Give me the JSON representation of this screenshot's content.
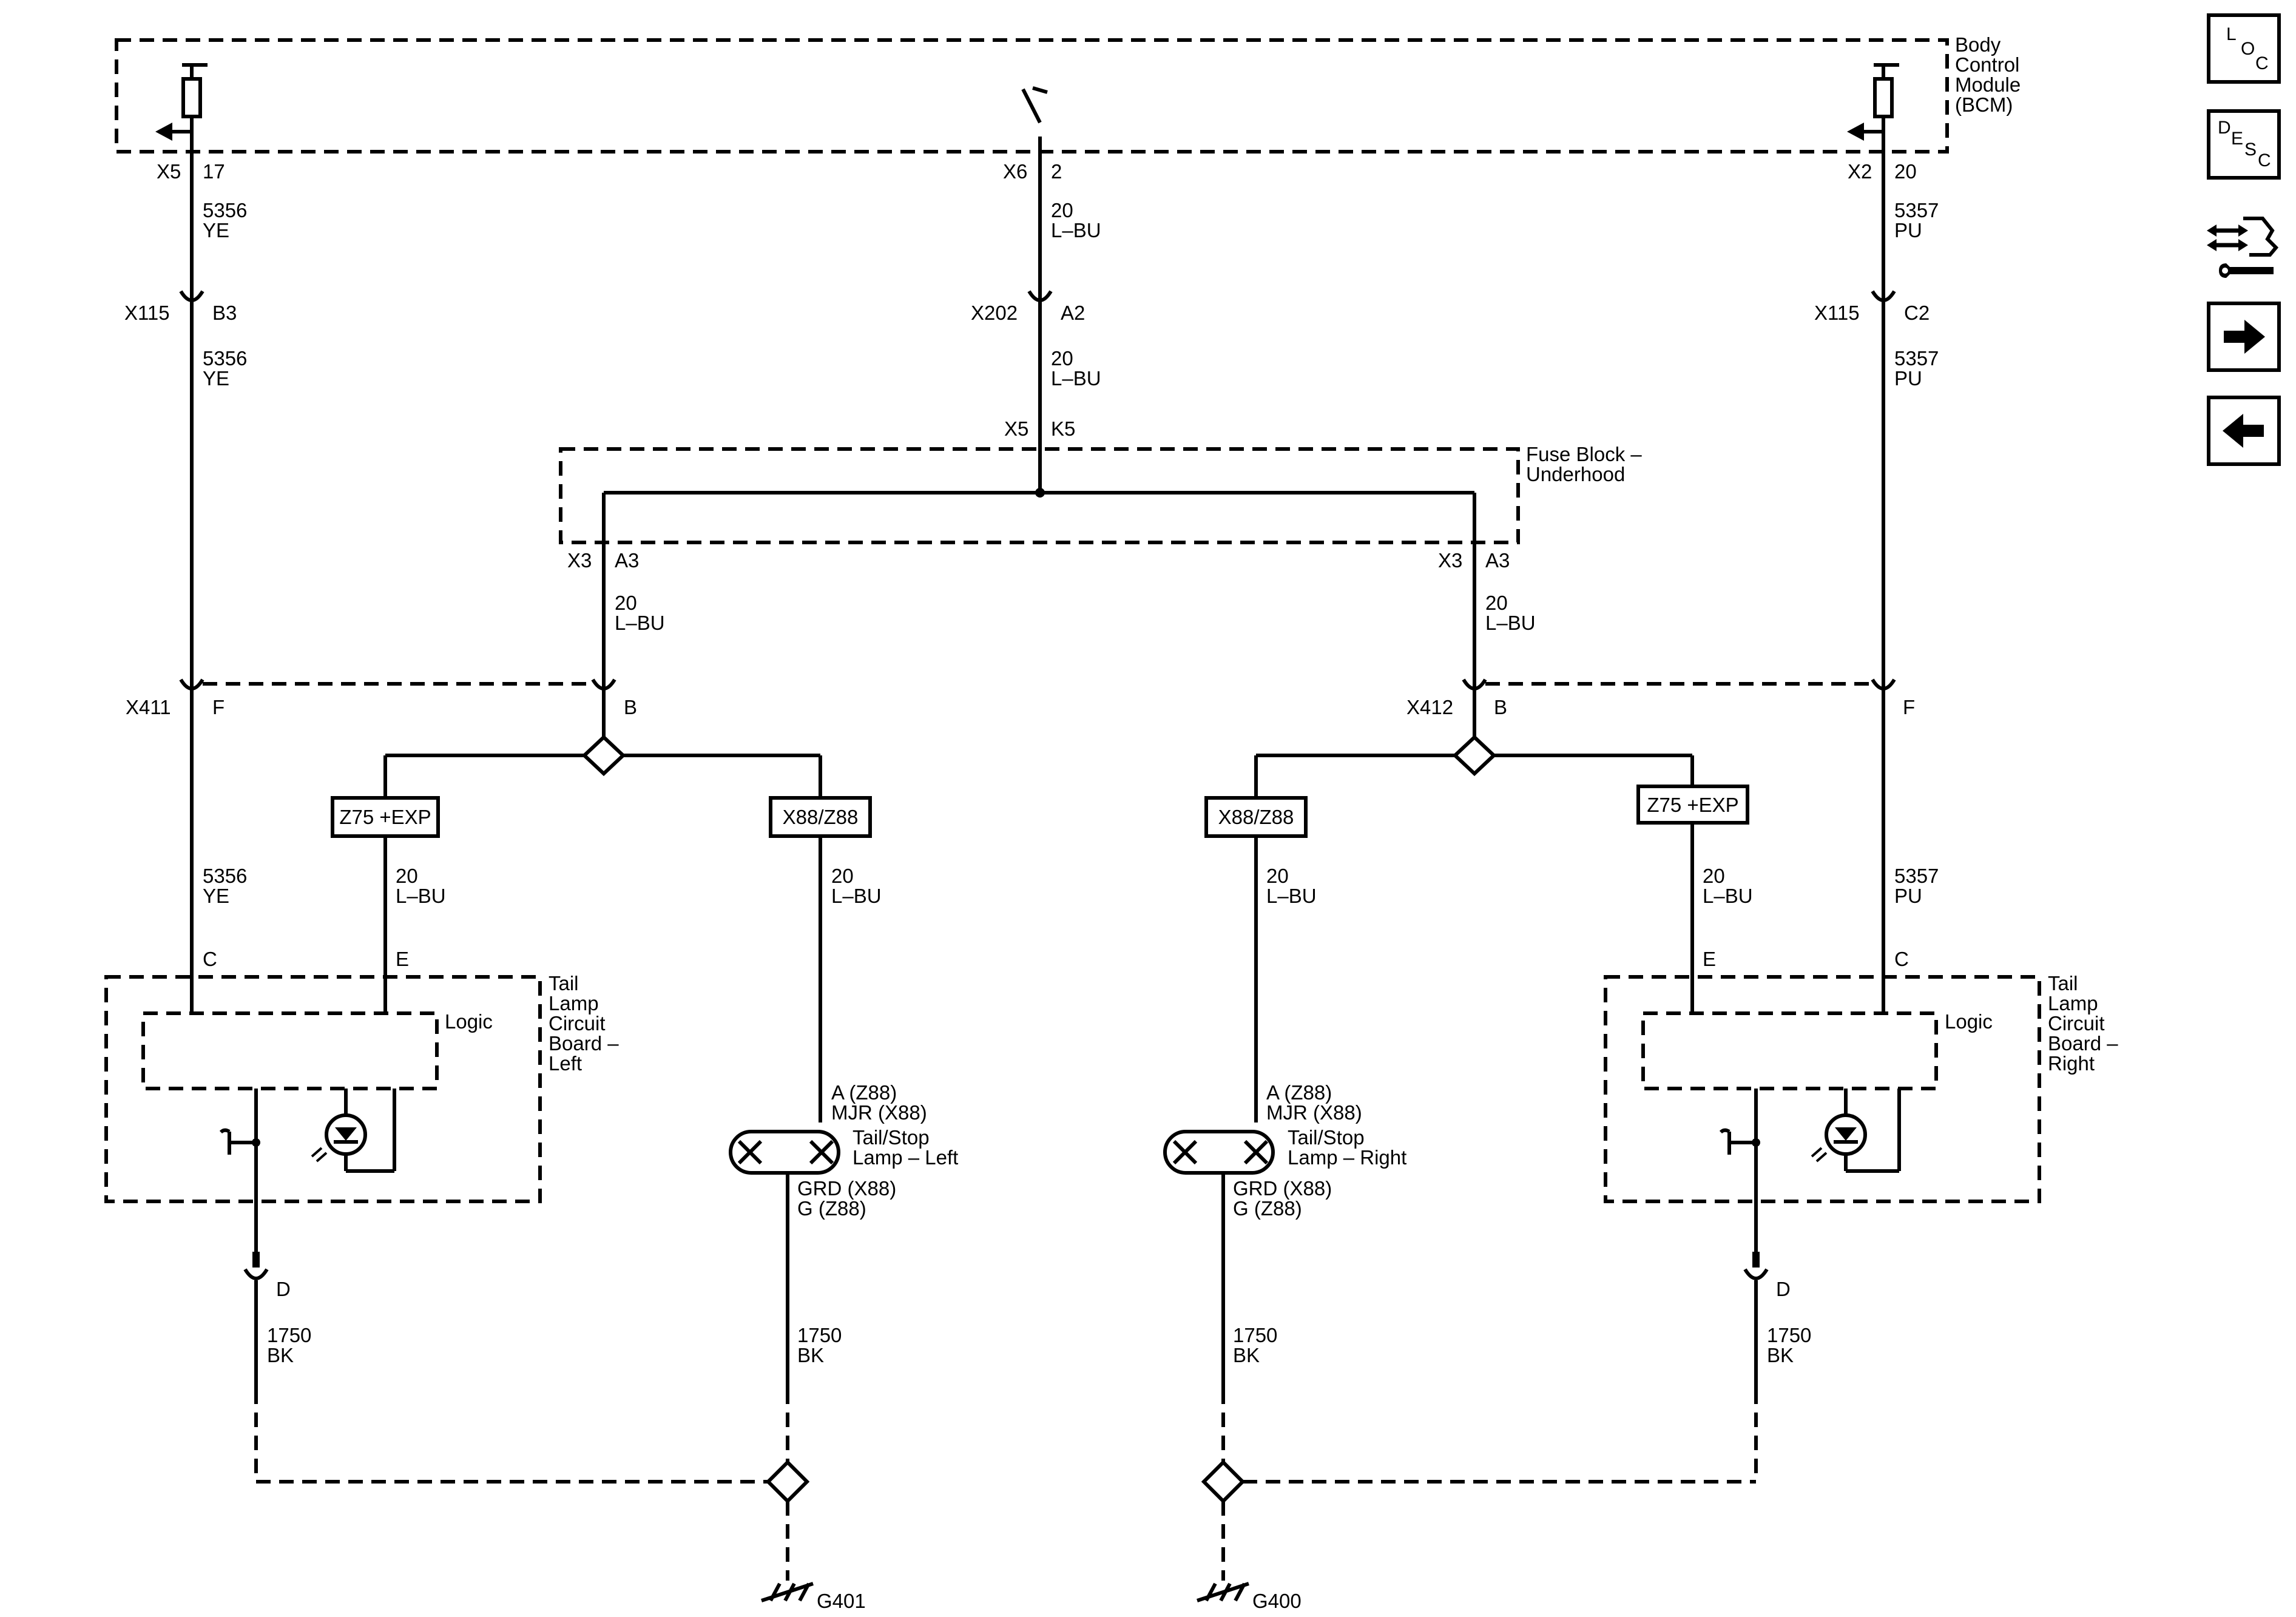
{
  "modules": {
    "bcm": [
      "Body",
      "Control",
      "Module",
      "(BCM)"
    ],
    "fuse_block": [
      "Fuse Block –",
      "Underhood"
    ],
    "tail_board_left": [
      "Tail",
      "Lamp",
      "Circuit",
      "Board –",
      "Left"
    ],
    "tail_board_right": [
      "Tail",
      "Lamp",
      "Circuit",
      "Board –",
      "Right"
    ],
    "logic": "Logic"
  },
  "lamps": {
    "left": [
      "Tail/Stop",
      "Lamp – Left"
    ],
    "right": [
      "Tail/Stop",
      "Lamp – Right"
    ],
    "pin_a": [
      "A (Z88)",
      "MJR (X88)"
    ],
    "pin_g": [
      "GRD (X88)",
      "G (Z88)"
    ]
  },
  "options": {
    "z75": "Z75 +EXP",
    "x88": "X88/Z88"
  },
  "connectors": {
    "x5": "X5",
    "x6": "X6",
    "x2": "X2",
    "x115": "X115",
    "x202": "X202",
    "x3": "X3",
    "x411": "X411",
    "x412": "X412"
  },
  "pins": {
    "p17": "17",
    "p2": "2",
    "p20": "20",
    "b3": "B3",
    "a2": "A2",
    "c2": "C2",
    "k5": "K5",
    "a3": "A3",
    "b": "B",
    "f": "F",
    "c": "C",
    "e": "E",
    "d": "D"
  },
  "wires": {
    "w5356": [
      "5356",
      "YE"
    ],
    "w5357": [
      "5357",
      "PU"
    ],
    "w20": [
      "20",
      "L–BU"
    ],
    "w1750": [
      "1750",
      "BK"
    ]
  },
  "grounds": {
    "g401": "G401",
    "g400": "G400"
  },
  "nav": {
    "loc": [
      "L",
      "O",
      "C"
    ],
    "desc": [
      "D",
      "E",
      "S",
      "C"
    ],
    "next_icon": "arrow-right-icon",
    "prev_icon": "arrow-left-icon",
    "tool_icon": "connector-wrench-icon"
  }
}
